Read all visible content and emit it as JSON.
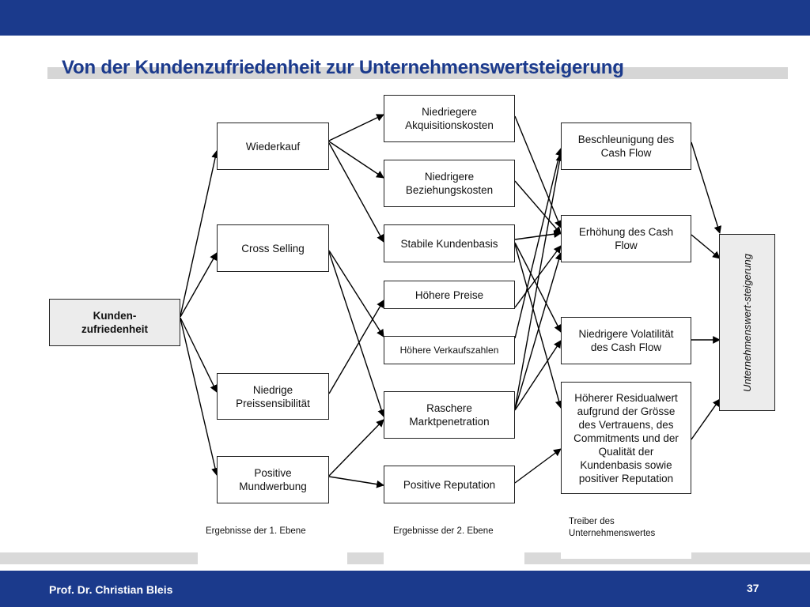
{
  "slide": {
    "title": "Von der Kundenzufriedenheit zur Unternehmenswertsteigerung",
    "footer_name": "Prof. Dr. Christian Bleis",
    "page_number": "37"
  },
  "diagram": {
    "nodes": {
      "kunden": "Kunden-\nzufriedenheit",
      "wiederkauf": "Wiederkauf",
      "cross_selling": "Cross Selling",
      "niedrige_preissens": "Niedrige\nPreissensibilität",
      "mundwerbung": "Positive\nMundwerbung",
      "akquisition": "Niedriegere\nAkquisitionskosten",
      "beziehung": "Niedrigere\nBeziehungskosten",
      "kundenbasis": "Stabile Kundenbasis",
      "preise": "Höhere Preise",
      "verkauf": "Höhere Verkaufszahlen",
      "markt": "Raschere\nMarktpenetration",
      "reputation": "Positive Reputation",
      "beschleunigung": "Beschleunigung des\nCash Flow",
      "erhoehung": "Erhöhung des Cash\nFlow",
      "volatilitaet": "Niedrigere Volatilität\ndes Cash Flow",
      "residualwert": "Höherer Residualwert\naufgrund der Grösse\ndes Vertrauens, des\nCommitments und der\nQualität der\nKundenbasis sowie\npositiver Reputation",
      "unternehmenswert": "Unternehmenswert-steigerung"
    },
    "captions": {
      "level1": "Ergebnisse der 1. Ebene",
      "level2": "Ergebnisse der 2. Ebene",
      "treiber": "Treiber des\nUnternehmenswertes"
    }
  }
}
